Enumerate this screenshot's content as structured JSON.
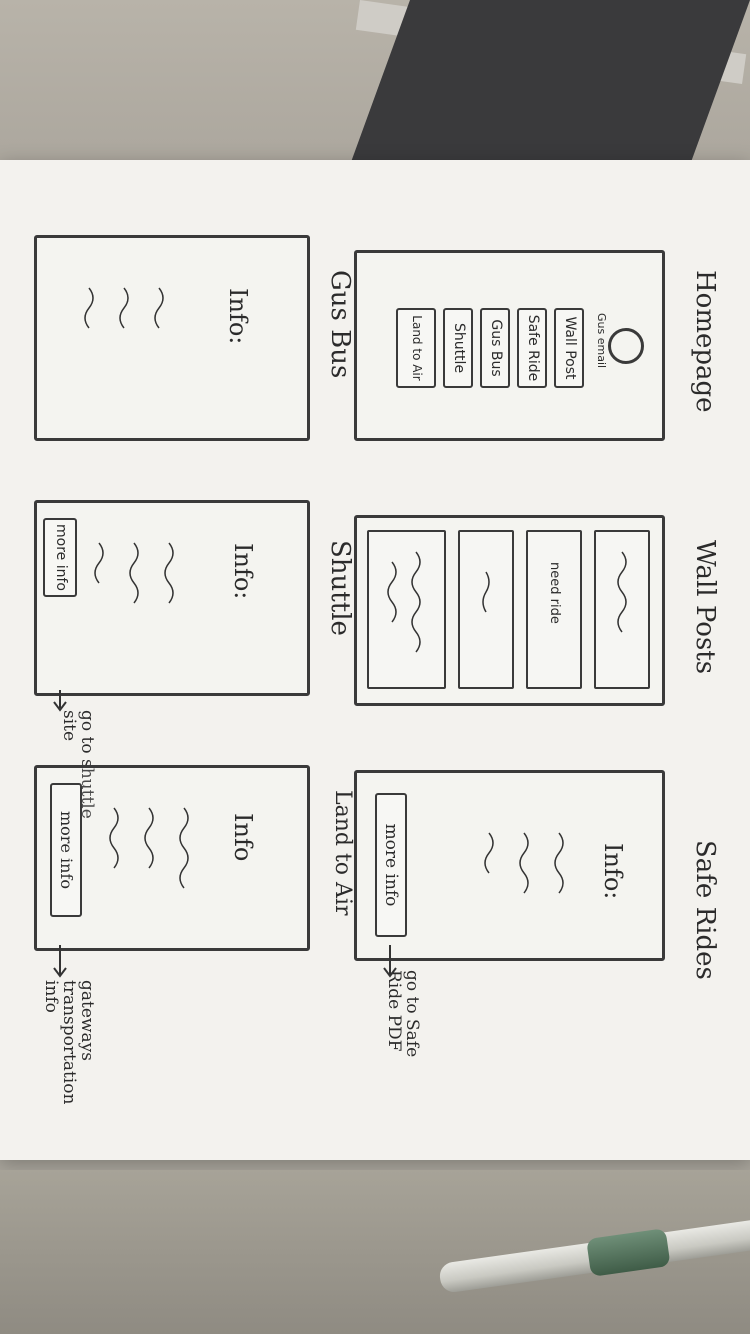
{
  "screens": {
    "homepage": {
      "title": "Homepage",
      "user_label": "Gus email",
      "buttons": [
        "Wall Post",
        "Safe Ride",
        "Gus Bus",
        "Shuttle",
        "Land to Air"
      ]
    },
    "wall_posts": {
      "title": "Wall Posts",
      "card_text": "need ride"
    },
    "safe_rides": {
      "title": "Safe Rides",
      "info_label": "Info:",
      "button_label": "more info",
      "annotation": "go to Safe Ride PDF"
    },
    "gus_bus": {
      "title": "Gus Bus",
      "info_label": "Info:"
    },
    "shuttle": {
      "title": "Shuttle",
      "info_label": "Info:",
      "button_label": "more info",
      "annotation": "go to shuttle site"
    },
    "land_to_air": {
      "title": "Land to Air",
      "info_label": "Info",
      "button_label": "more info",
      "annotation": "gateways transportation info"
    }
  }
}
